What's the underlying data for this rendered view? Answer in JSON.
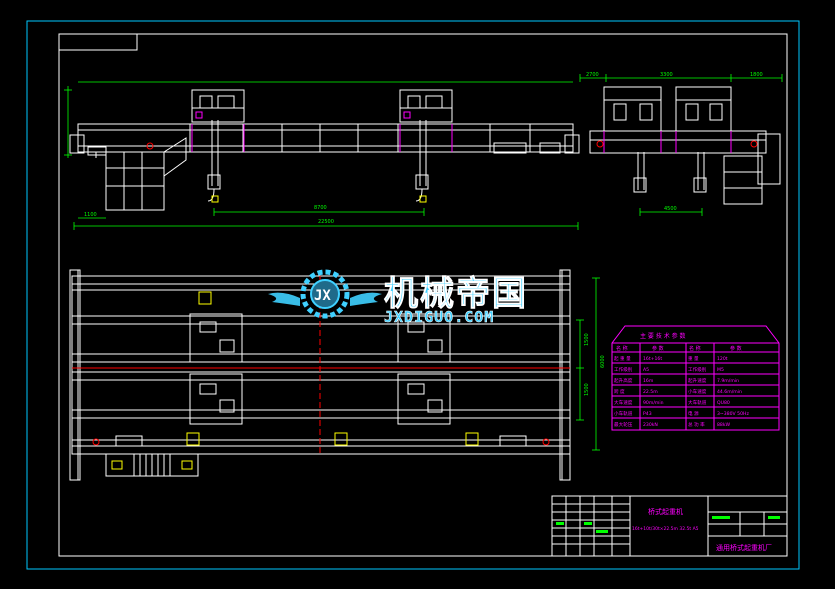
{
  "colors": {
    "background": "#000000",
    "frame": "#ffffff",
    "border_cyan": "#00c8ff",
    "dimension": "#00ff00",
    "steel": "#ffffff",
    "accent_magenta": "#ff00ff",
    "accent_yellow": "#ffff00",
    "accent_red": "#ff0000",
    "watermark": "#3fd0ff"
  },
  "watermark": {
    "logo_letters": "JX",
    "chinese": "机械帝国",
    "url": "JXDIGUO.COM"
  },
  "title_block": {
    "drawing_title": "桥式起重机",
    "model_line": "16t+10t/30t×22.5m  32.5t  A5",
    "company": "通用桥式起重机厂"
  },
  "spec_table": {
    "header": "主 要 技 术 参 数",
    "columns": [
      "名 称",
      "参 数",
      "名 称",
      "参 数"
    ],
    "rows": [
      [
        "起 重 量",
        "16t+16t",
        "重 量",
        "120t"
      ],
      [
        "工作级别",
        "A5",
        "工作级别",
        "M5"
      ],
      [
        "起升高度",
        "16m",
        "起升速度",
        "7.9m/min"
      ],
      [
        "跨 度",
        "22.5m",
        "小车速度",
        "44.6m/min"
      ],
      [
        "大车速度",
        "90m/min",
        "大车轨道",
        "QU80"
      ],
      [
        "小车轨道",
        "P43",
        "电 源",
        "3~380V 50Hz"
      ],
      [
        "最大轮压",
        "230kN",
        "总 功 率",
        "88kW"
      ]
    ]
  },
  "dimensions": {
    "front_span": "22500",
    "front_inner": "8700",
    "front_left": "1100",
    "side_top_left": "2700",
    "side_top_mid": "3300",
    "side_top_right": "1800",
    "side_bottom": "4500",
    "plan_right_total": "6000",
    "plan_right_upper": "1500",
    "plan_right_lower": "1500"
  }
}
